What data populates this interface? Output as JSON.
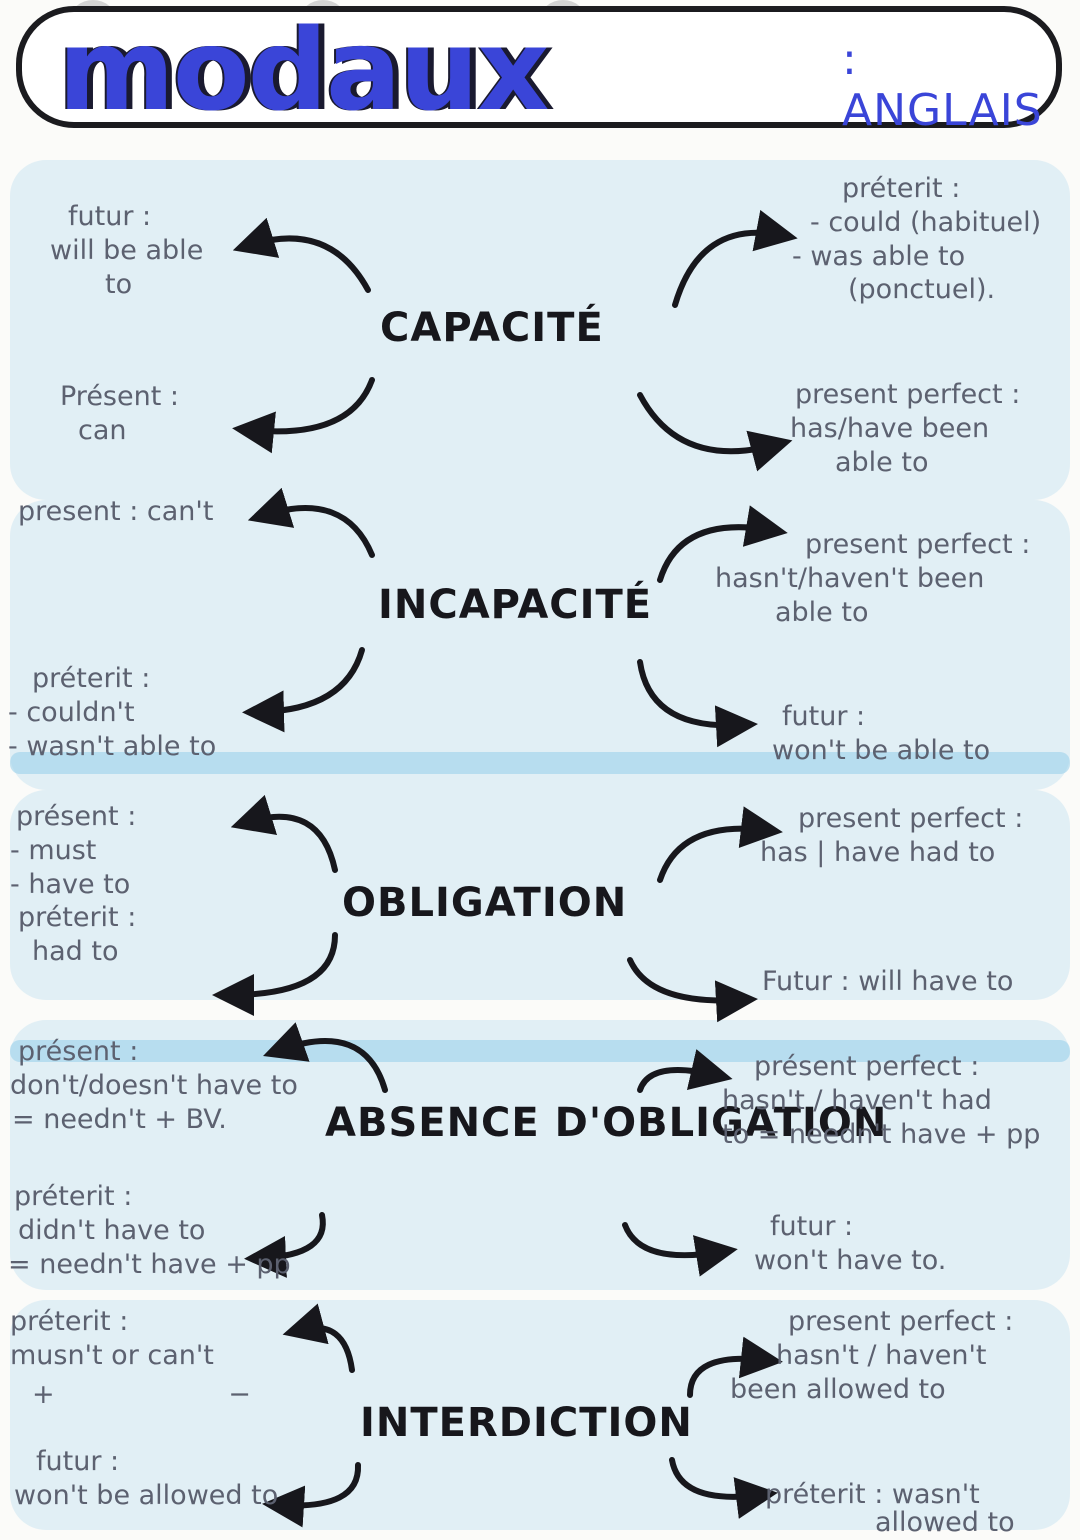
{
  "header": {
    "title": "modaux",
    "subtitle": ": ANGLAIS"
  },
  "sections": [
    {
      "category": "CAPACITÉ",
      "left": [
        {
          "lines": [
            "futur :",
            "will be able",
            "to"
          ]
        },
        {
          "lines": [
            "Présent :",
            "can"
          ]
        }
      ],
      "right": [
        {
          "lines": [
            "préterit :",
            "- could (habituel)",
            "- was able to",
            "(ponctuel)."
          ]
        },
        {
          "lines": [
            "present perfect :",
            "has/have been",
            "able to"
          ]
        }
      ]
    },
    {
      "category": "INCAPACITÉ",
      "left": [
        {
          "lines": [
            "present : can't"
          ]
        },
        {
          "lines": [
            "préterit :",
            "- couldn't",
            "- wasn't able to"
          ]
        }
      ],
      "right": [
        {
          "lines": [
            "present perfect :",
            "hasn't/haven't been",
            "able to"
          ]
        },
        {
          "lines": [
            "futur :",
            "won't be able to"
          ]
        }
      ]
    },
    {
      "category": "OBLIGATION",
      "left": [
        {
          "lines": [
            "présent :",
            "- must",
            "- have to",
            "préterit :",
            "had to"
          ]
        }
      ],
      "right": [
        {
          "lines": [
            "present perfect :",
            "has | have had to"
          ]
        },
        {
          "lines": [
            "Futur : will have to"
          ]
        }
      ]
    },
    {
      "category": "ABSENCE D'OBLIGATION",
      "left": [
        {
          "lines": [
            "présent :",
            "don't/doesn't have to",
            "= needn't + BV."
          ]
        },
        {
          "lines": [
            "préterit :",
            "didn't have to",
            "= needn't have + pp"
          ]
        }
      ],
      "right": [
        {
          "lines": [
            "présent perfect :",
            "hasn't / haven't had",
            "to = needn't have + pp"
          ]
        },
        {
          "lines": [
            "futur :",
            "won't have to."
          ]
        }
      ]
    },
    {
      "category": "INTERDICTION",
      "left": [
        {
          "lines": [
            "préterit :",
            "musn't or can't"
          ]
        },
        {
          "lines": [
            "+",
            "−"
          ]
        },
        {
          "lines": [
            "futur :",
            "won't be allowed to"
          ]
        }
      ],
      "right": [
        {
          "lines": [
            "present perfect :",
            "hasn't / haven't",
            "been allowed to"
          ]
        },
        {
          "lines": [
            "préterit : wasn't",
            "allowed to"
          ]
        }
      ]
    }
  ]
}
